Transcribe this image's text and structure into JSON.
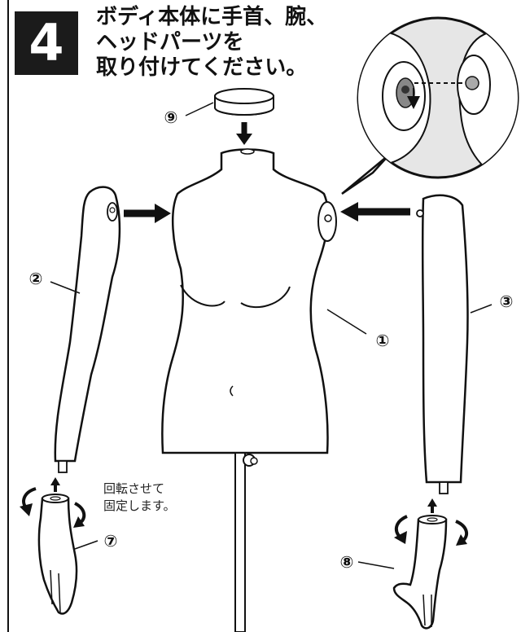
{
  "step": {
    "number": "4"
  },
  "title": {
    "lines": [
      "ボディ本体に手首、腕、",
      "ヘッドパーツを",
      "取り付けてください。"
    ]
  },
  "parts": {
    "body": "①",
    "left_arm": "②",
    "right_arm": "③",
    "left_hand": "⑦",
    "right_hand": "⑧",
    "head_cap": "⑨"
  },
  "instruction": {
    "lines": [
      "回転させて",
      "固定します。"
    ]
  }
}
